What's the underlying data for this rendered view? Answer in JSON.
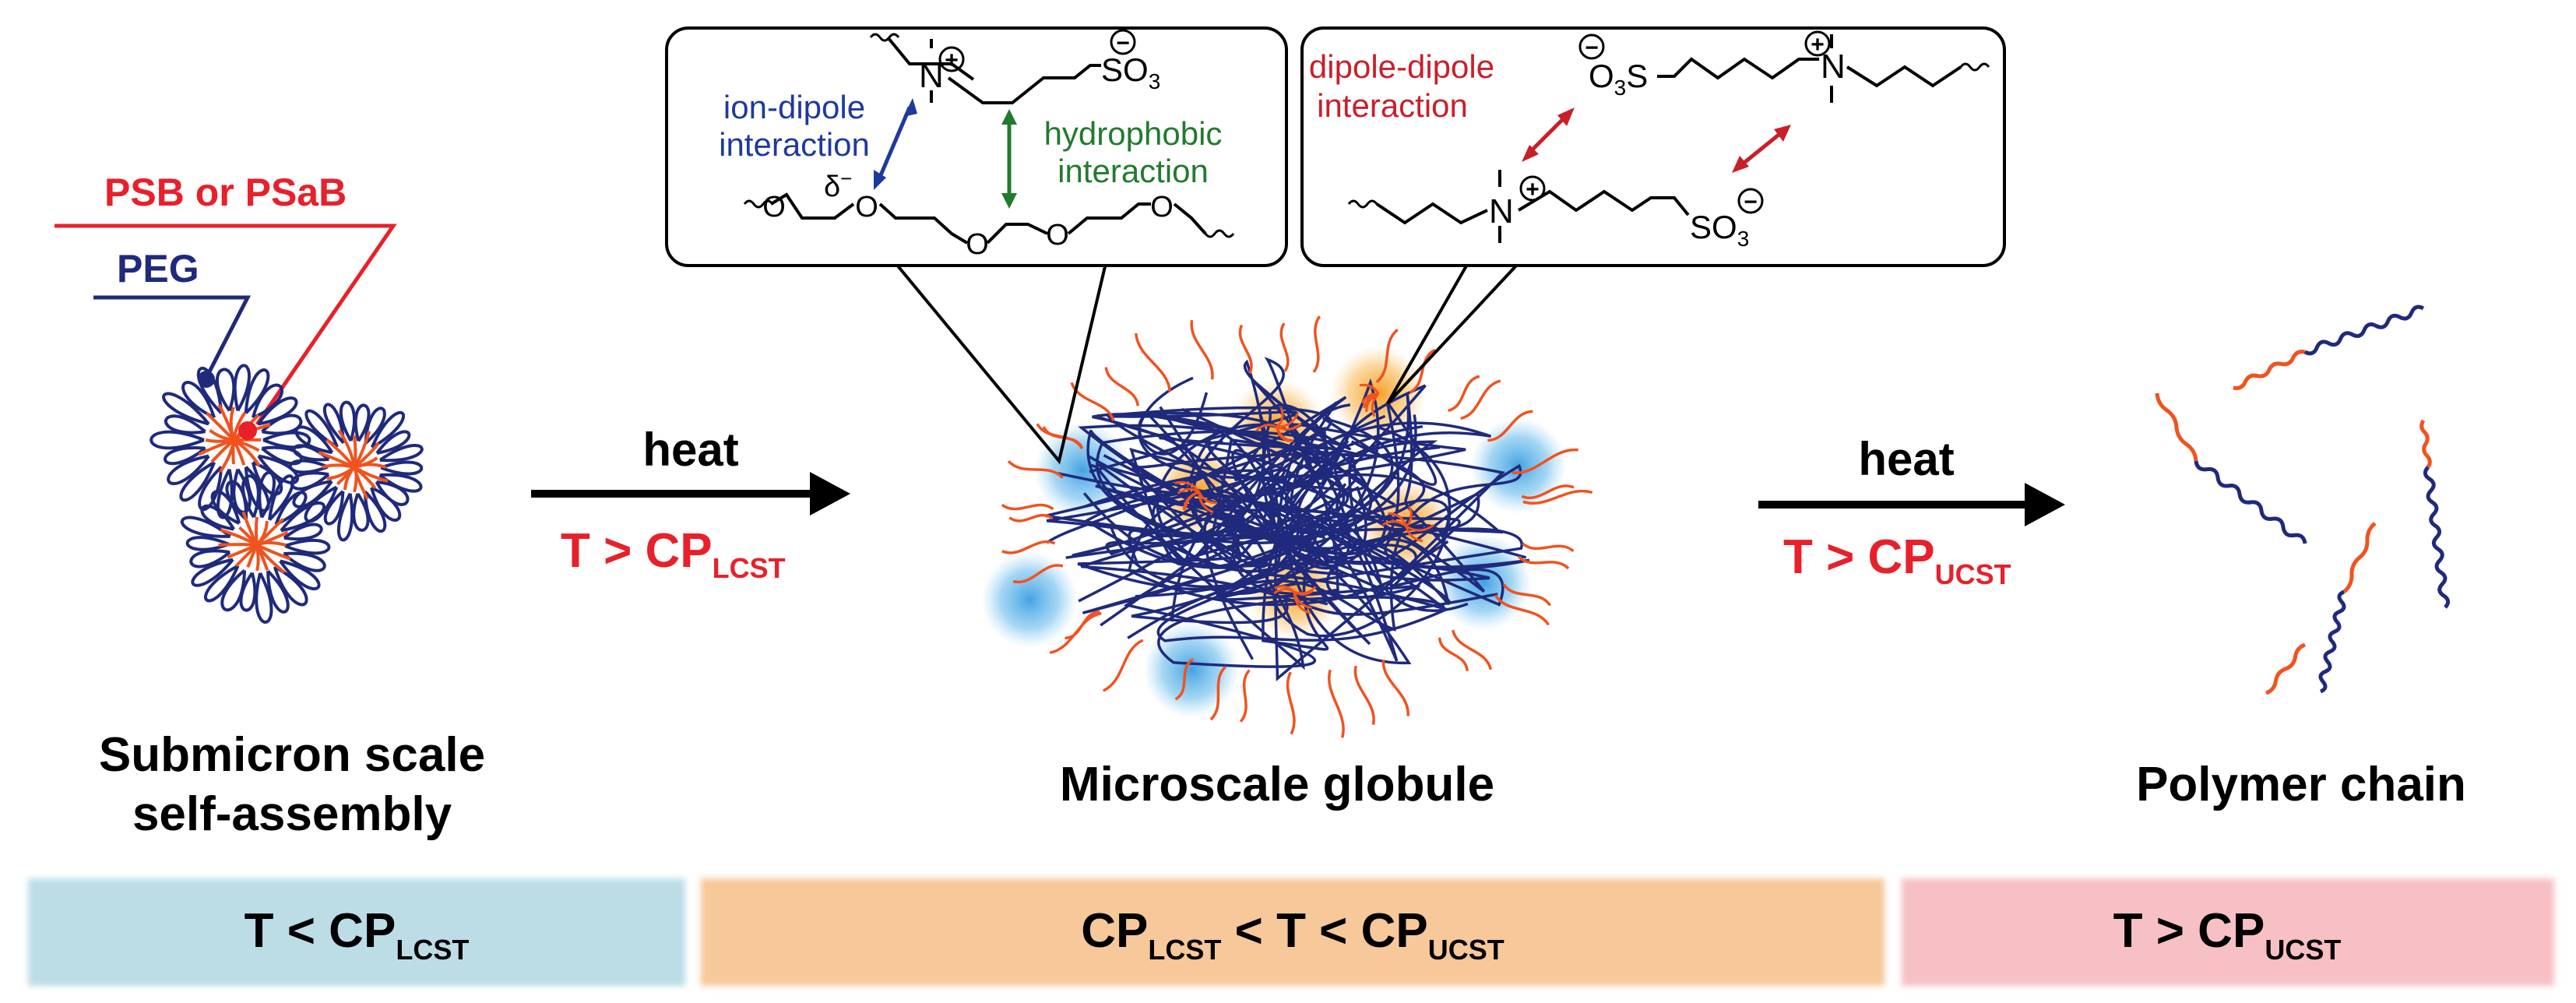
{
  "colors": {
    "peg": "#1f2a7c",
    "psb": "#f0531f",
    "red": "#e8202a",
    "callout_red": "#c8202a",
    "green": "#237a2e",
    "blue_halo": "#4aa8e0",
    "orange_halo": "#f5a623",
    "panel_left": "#bcdde6",
    "panel_mid": "#f6c89a",
    "panel_right": "#f6c0c4"
  },
  "legend": {
    "psb_label": "PSB or PSaB",
    "peg_label": "PEG"
  },
  "stage1": {
    "label_line1": "Submicron scale",
    "label_line2": "self-assembly"
  },
  "arrow1": {
    "heat": "heat",
    "cond_main": "T > CP",
    "cond_sub": "LCST"
  },
  "stage2": {
    "label": "Microscale globule"
  },
  "arrow2": {
    "heat": "heat",
    "cond_main": "T > CP",
    "cond_sub": "UCST"
  },
  "stage3": {
    "label": "Polymer chain"
  },
  "callout_left": {
    "ion_dipole_line1": "ion-dipole",
    "ion_dipole_line2": "interaction",
    "hydrophobic_line1": "hydrophobic",
    "hydrophobic_line2": "interaction",
    "n_label": "N",
    "so3_label": "SO",
    "so3_sub": "3",
    "o_label": "O",
    "delta_label": "δ",
    "delta_sup": "−",
    "plus": "+",
    "minus": "−"
  },
  "callout_right": {
    "dipole_line1": "dipole-dipole",
    "dipole_line2": "interaction",
    "n_label": "N",
    "o3s_o": "O",
    "o3s_sub": "3",
    "o3s_s": "S",
    "so3_label": "SO",
    "so3_sub": "3",
    "plus": "+",
    "minus": "−"
  },
  "bottom_bar": {
    "left_main": "T < CP",
    "left_sub": "LCST",
    "mid_a": "CP",
    "mid_a_sub": "LCST",
    "mid_b": " < T < CP",
    "mid_b_sub": "UCST",
    "right_main": "T > CP",
    "right_sub": "UCST"
  }
}
